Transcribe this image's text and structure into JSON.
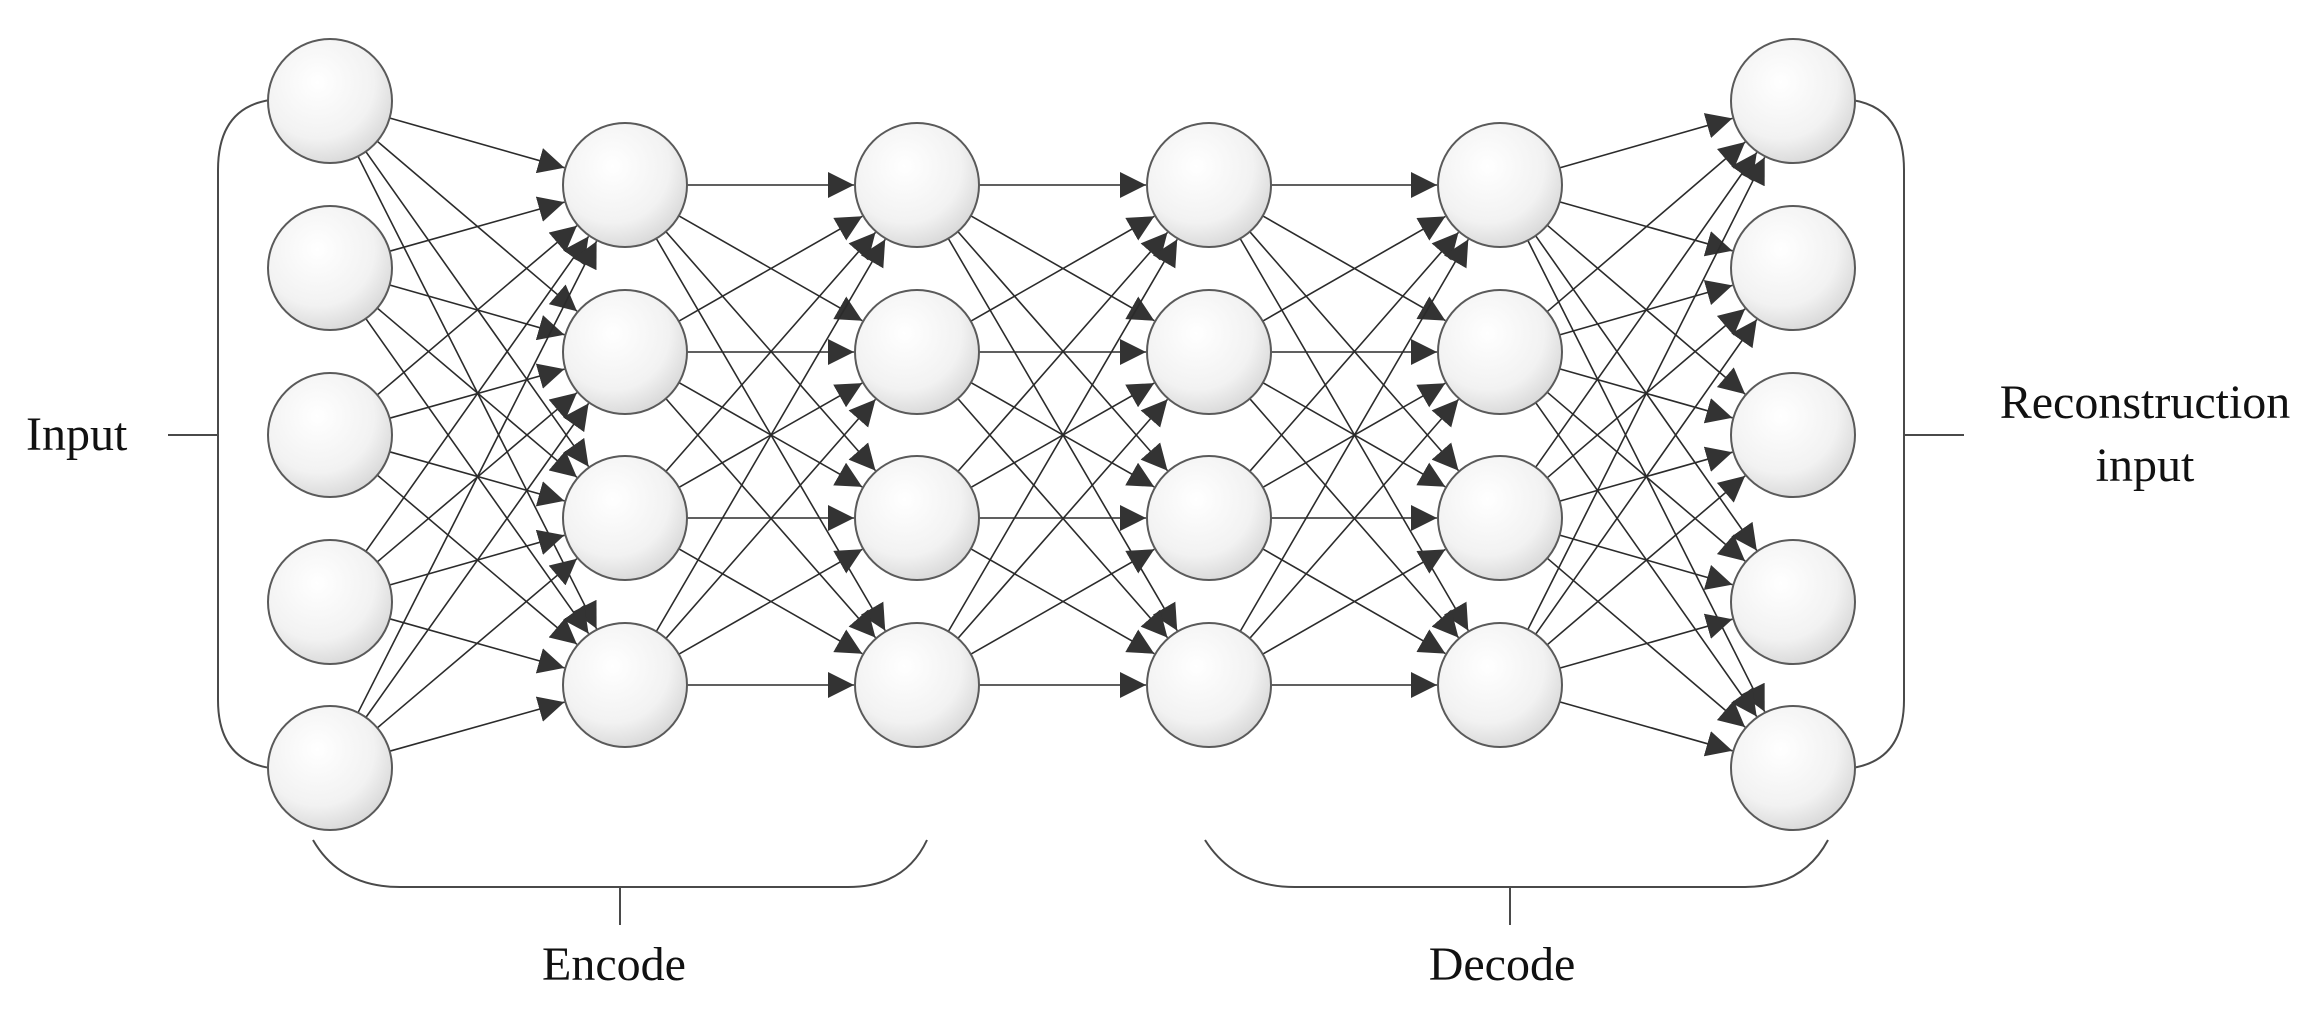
{
  "labels": {
    "input": "Input",
    "reconstruction_line1": "Reconstruction",
    "reconstruction_line2": "input",
    "encode": "Encode",
    "decode": "Decode"
  },
  "network": {
    "layer_sizes": [
      5,
      4,
      4,
      4,
      4,
      5
    ],
    "connectivity": "fully-connected",
    "edge_style": "arrow"
  },
  "colors": {
    "node_fill_center": "#ffffff",
    "node_fill_edge": "#d6d6d6",
    "node_stroke": "#5a5a5a",
    "edge": "#2b2b2b",
    "text": "#111111"
  }
}
